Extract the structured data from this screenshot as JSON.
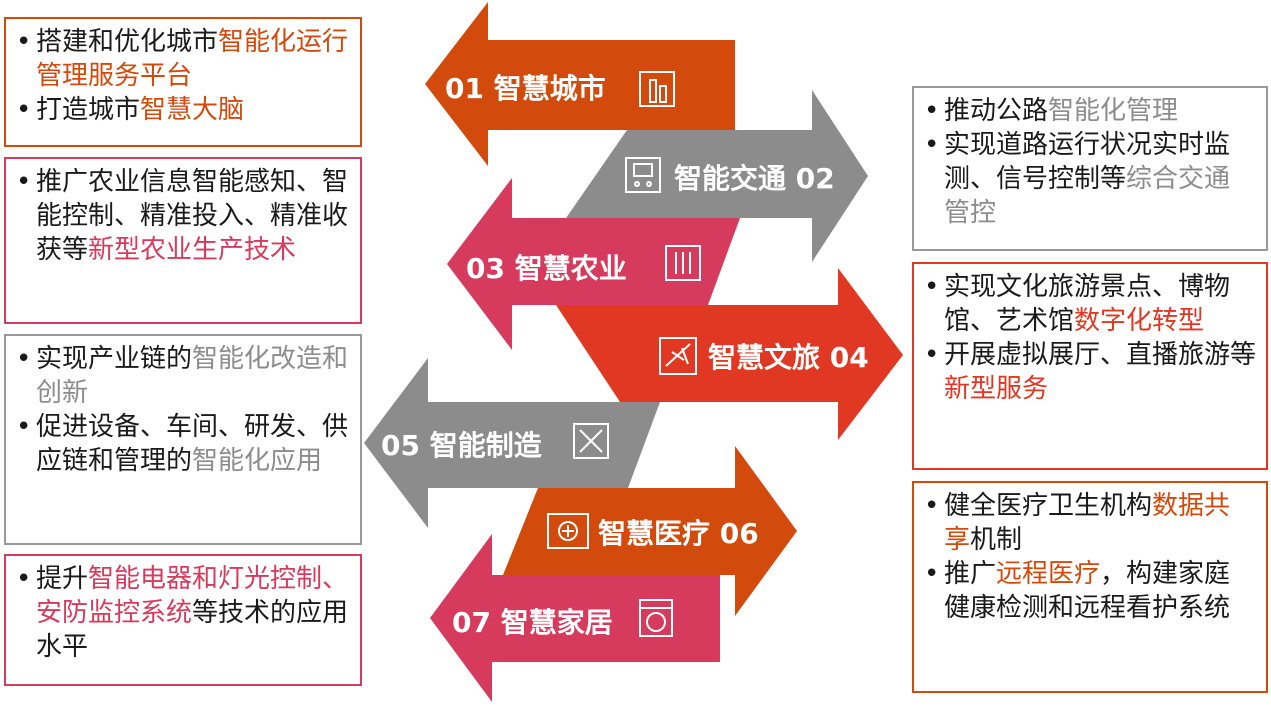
{
  "colors": {
    "city": "#d24a0c",
    "traffic": "#8c8c8c",
    "agri": "#d63a5c",
    "tourism": "#e03822",
    "manufacturing": "#8c8c8c",
    "medical": "#d24a0c",
    "home": "#d63a5c",
    "text": "#1a1a1a",
    "gray_highlight": "#8c8c8c"
  },
  "arrows": [
    {
      "key": "city",
      "label": "01 智慧城市",
      "icon": "building-icon"
    },
    {
      "key": "traffic",
      "label": "智能交通 02",
      "icon": "bus-icon"
    },
    {
      "key": "agri",
      "label": "03 智慧农业",
      "icon": "crop-icon"
    },
    {
      "key": "tourism",
      "label": "智慧文旅 04",
      "icon": "airplane-icon"
    },
    {
      "key": "manufacturing",
      "label": "05 智能制造",
      "icon": "tools-icon"
    },
    {
      "key": "medical",
      "label": "智慧医疗 06",
      "icon": "medical-kit-icon"
    },
    {
      "key": "home",
      "label": "07 智慧家居",
      "icon": "washing-machine-icon"
    }
  ],
  "boxes": {
    "city": {
      "items": [
        [
          {
            "t": "搭建和优化城市"
          },
          {
            "t": "智能化运行管理服务平台",
            "c": "#d24a0c"
          }
        ],
        [
          {
            "t": "打造城市"
          },
          {
            "t": "智慧大脑",
            "c": "#d24a0c"
          }
        ]
      ]
    },
    "agri": {
      "items": [
        [
          {
            "t": "推广农业信息智能感知、智能控制、精准投入、精准收获等"
          },
          {
            "t": "新型农业生产技术",
            "c": "#d63a5c"
          }
        ]
      ]
    },
    "manufacturing": {
      "items": [
        [
          {
            "t": "实现产业链的"
          },
          {
            "t": "智能化改造和创新",
            "c": "#8c8c8c"
          }
        ],
        [
          {
            "t": "促进设备、车间、研发、供应链和管理的"
          },
          {
            "t": "智能化应用",
            "c": "#8c8c8c"
          }
        ]
      ]
    },
    "home": {
      "items": [
        [
          {
            "t": "提升"
          },
          {
            "t": "智能电器和灯光控制、安防监控系统",
            "c": "#d63a5c"
          },
          {
            "t": "等技术的应用水平"
          }
        ]
      ]
    },
    "traffic": {
      "items": [
        [
          {
            "t": "推动公路"
          },
          {
            "t": "智能化管理",
            "c": "#8c8c8c"
          }
        ],
        [
          {
            "t": "实现道路运行状况实时监测、信号控制等"
          },
          {
            "t": "综合交通管控",
            "c": "#8c8c8c"
          }
        ]
      ]
    },
    "tourism": {
      "items": [
        [
          {
            "t": "实现文化旅游景点、博物馆、艺术馆"
          },
          {
            "t": "数字化转型",
            "c": "#e03822"
          }
        ],
        [
          {
            "t": "开展虚拟展厅、直播旅游等"
          },
          {
            "t": "新型服务",
            "c": "#e03822"
          }
        ]
      ]
    },
    "medical": {
      "items": [
        [
          {
            "t": "健全医疗卫生机构"
          },
          {
            "t": "数据共享",
            "c": "#d24a0c"
          },
          {
            "t": "机制"
          }
        ],
        [
          {
            "t": "推广"
          },
          {
            "t": "远程医疗",
            "c": "#d24a0c"
          },
          {
            "t": "，构建家庭健康检测和远程看护系统"
          }
        ]
      ]
    }
  }
}
